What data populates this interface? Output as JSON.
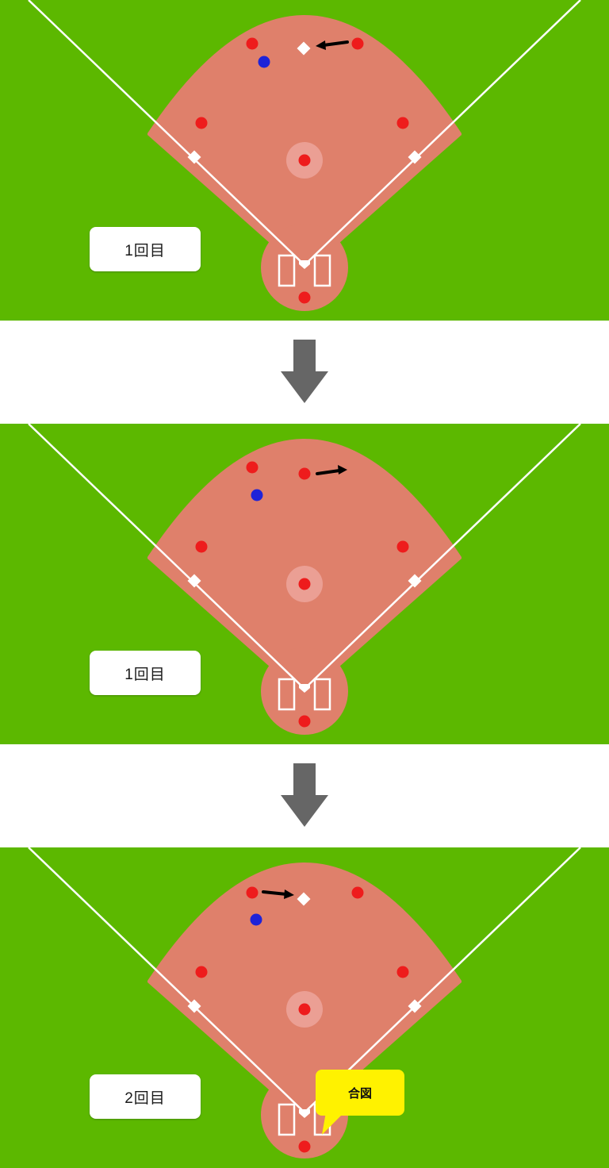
{
  "colors": {
    "grass": "#5cb800",
    "dirt": "#df806b",
    "foul_line": "#ffffff",
    "fielder": "#ee1c1c",
    "runner": "#1e23d8",
    "movement_arrow": "#000000",
    "transition_arrow": "#666666",
    "callout": "#fff200"
  },
  "panels": [
    {
      "label": "1回目"
    },
    {
      "label": "1回目"
    },
    {
      "label": "2回目",
      "callout": "合図"
    }
  ],
  "icons": {
    "transition": "down-arrow-icon",
    "movement": "right-arrow-icon"
  }
}
